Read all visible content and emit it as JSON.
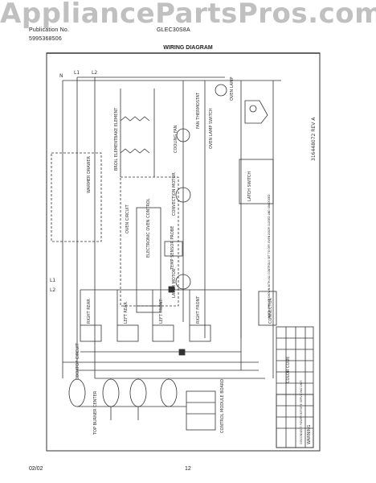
{
  "watermark": "AppliancePartsPros.com",
  "header": {
    "line1": "Publication No.",
    "model": "GLEC30S8A",
    "part_number": "5995368506"
  },
  "title": "WIRING DIAGRAM",
  "footer": {
    "date": "02/02",
    "page": "12"
  },
  "side_code": "316448072 REV A",
  "colors": {
    "line": "#333333",
    "paper": "#ffffff",
    "watermark": "#8c8c8c"
  },
  "labels": {
    "oven_circuit": "OVEN CIRCUIT",
    "warmer_drawer": "WARMER DRAWER",
    "cooktop_circuit": "COOKTOP CIRCUIT",
    "connector": "CONNECTOR",
    "electronic_oven_control": "ELECTRONIC OVEN CONTROL",
    "bake_element": "BAKE ELEMENT",
    "broil_element": "BROIL ELEMENT",
    "convection_motor": "CONVECTION MOTOR",
    "latch_motor": "LATCH MOTOR",
    "cooling_fan": "COOLING FAN",
    "oven_lamp": "OVEN LAMP",
    "oven_lamp_switch": "OVEN LAMP SWITCH",
    "fan_thermostat": "FAN THERMOSTAT",
    "latch_switch": "LATCH SWITCH",
    "temp_sensor": "TEMP SENSOR PROBE",
    "right_rear": "RIGHT REAR",
    "left_rear": "LEFT REAR",
    "left_front": "LEFT FRONT",
    "right_front": "RIGHT FRONT",
    "top_burner_center": "TOP BURNER CENTER",
    "control_module_board": "CONTROL MODULE BOARD",
    "warning": "WARNING",
    "disconnect": "DISCONNECT POWER BEFORE SERVICING UNIT.",
    "note": "NOTE: CIRCUIT SHOWN WITH ALL CONTROLS SET TO OFF. OVEN DOOR CLOSED AND UNLOCKED.",
    "color_code": "COLOR CODE",
    "terminals_top": [
      "N",
      "L1",
      "L2"
    ],
    "terminals_left": [
      "L1",
      "L2"
    ]
  }
}
